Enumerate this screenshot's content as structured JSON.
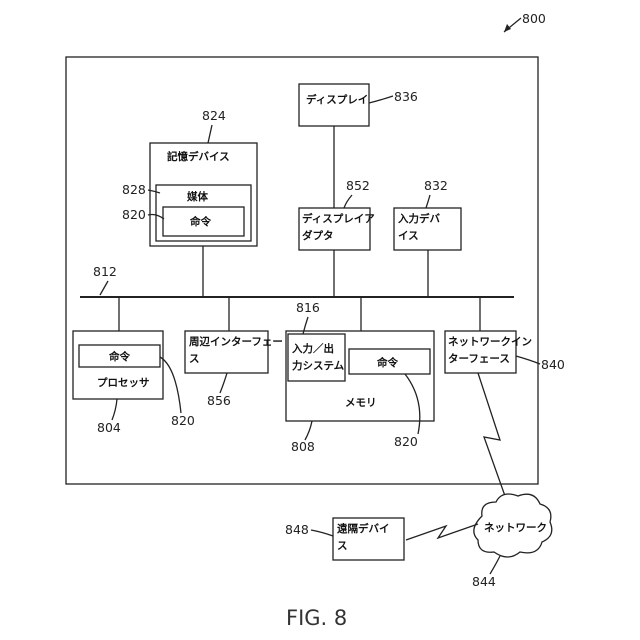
{
  "figure": {
    "caption": "FIG. 8",
    "ref": "800"
  },
  "blocks": {
    "display": {
      "label": "ディスプレイ",
      "ref": "836"
    },
    "display_adapter": {
      "label_line1": "ディスプレイア",
      "label_line2": "ダプタ",
      "ref": "852"
    },
    "input_device": {
      "label_line1": "入力デバ",
      "label_line2": "イス",
      "ref": "832"
    },
    "storage_device": {
      "label": "記憶デバイス",
      "ref": "824"
    },
    "medium": {
      "label": "媒体",
      "ref": "828"
    },
    "storage_instructions": {
      "label": "命令",
      "ref": "820"
    },
    "bus": {
      "ref": "812"
    },
    "processor": {
      "label": "プロセッサ",
      "ref": "804"
    },
    "processor_instructions": {
      "label": "命令",
      "ref": "820"
    },
    "peripheral_interface": {
      "label_line1": "周辺インターフェー",
      "label_line2": "ス",
      "ref": "856"
    },
    "memory": {
      "label": "メモリ",
      "ref": "808"
    },
    "io_system": {
      "label_line1": "入力／出",
      "label_line2": "力システム",
      "ref": "816"
    },
    "memory_instructions": {
      "label": "命令",
      "ref": "820"
    },
    "network_interface": {
      "label_line1": "ネットワークイン",
      "label_line2": "ターフェース",
      "ref": "840"
    },
    "remote_device": {
      "label_line1": "遠隔デバイ",
      "label_line2": "ス",
      "ref": "848"
    },
    "network": {
      "label": "ネットワーク",
      "ref": "844"
    }
  }
}
